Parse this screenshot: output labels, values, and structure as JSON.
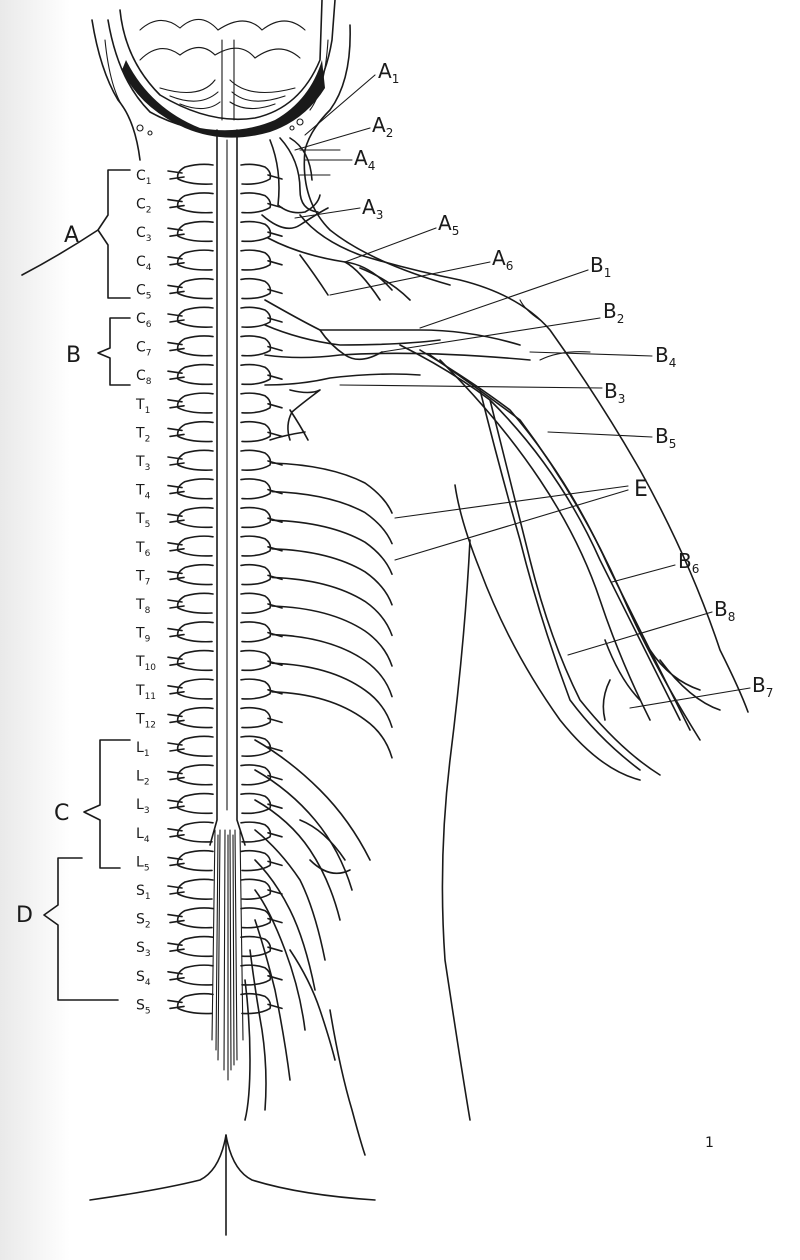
{
  "segments": [
    {
      "l": "C",
      "n": "1"
    },
    {
      "l": "C",
      "n": "2"
    },
    {
      "l": "C",
      "n": "3"
    },
    {
      "l": "C",
      "n": "4"
    },
    {
      "l": "C",
      "n": "5"
    },
    {
      "l": "C",
      "n": "6"
    },
    {
      "l": "C",
      "n": "7"
    },
    {
      "l": "C",
      "n": "8"
    },
    {
      "l": "T",
      "n": "1"
    },
    {
      "l": "T",
      "n": "2"
    },
    {
      "l": "T",
      "n": "3"
    },
    {
      "l": "T",
      "n": "4"
    },
    {
      "l": "T",
      "n": "5"
    },
    {
      "l": "T",
      "n": "6"
    },
    {
      "l": "T",
      "n": "7"
    },
    {
      "l": "T",
      "n": "8"
    },
    {
      "l": "T",
      "n": "9"
    },
    {
      "l": "T",
      "n": "10"
    },
    {
      "l": "T",
      "n": "11"
    },
    {
      "l": "T",
      "n": "12"
    },
    {
      "l": "L",
      "n": "1"
    },
    {
      "l": "L",
      "n": "2"
    },
    {
      "l": "L",
      "n": "3"
    },
    {
      "l": "L",
      "n": "4"
    },
    {
      "l": "L",
      "n": "5"
    },
    {
      "l": "S",
      "n": "1"
    },
    {
      "l": "S",
      "n": "2"
    },
    {
      "l": "S",
      "n": "3"
    },
    {
      "l": "S",
      "n": "4"
    },
    {
      "l": "S",
      "n": "5"
    }
  ],
  "group_labels": [
    "A",
    "B",
    "C",
    "D",
    "E"
  ],
  "callouts": [
    {
      "l": "A",
      "n": "1"
    },
    {
      "l": "A",
      "n": "2"
    },
    {
      "l": "A",
      "n": "4"
    },
    {
      "l": "A",
      "n": "3"
    },
    {
      "l": "A",
      "n": "5"
    },
    {
      "l": "A",
      "n": "6"
    },
    {
      "l": "B",
      "n": "1"
    },
    {
      "l": "B",
      "n": "2"
    },
    {
      "l": "B",
      "n": "4"
    },
    {
      "l": "B",
      "n": "3"
    },
    {
      "l": "B",
      "n": "5"
    },
    {
      "l": "B",
      "n": "6"
    },
    {
      "l": "B",
      "n": "8"
    },
    {
      "l": "B",
      "n": "7"
    }
  ],
  "page_number": "1"
}
